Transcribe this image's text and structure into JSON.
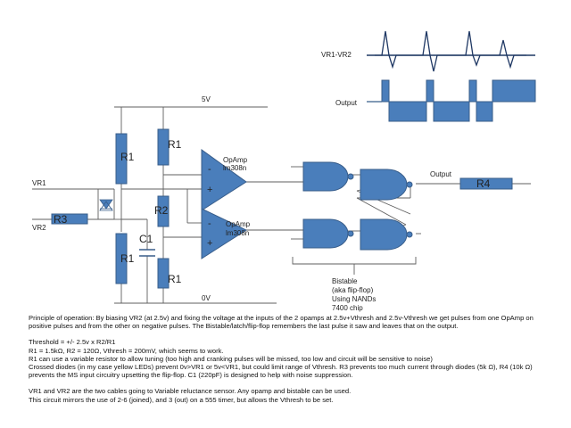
{
  "waveform": {
    "top_label": "VR1-VR2",
    "bottom_label": "Output"
  },
  "rails": {
    "top": "5V",
    "bottom": "0V"
  },
  "inputs": {
    "vr1": "VR1",
    "vr2": "VR2"
  },
  "components": {
    "r1": "R1",
    "r2": "R2",
    "r3": "R3",
    "r4": "R4",
    "c1": "C1"
  },
  "opamp": {
    "name": "OpAmp",
    "part": "lm308n",
    "minus": "-",
    "plus": "+"
  },
  "output_label": "Output",
  "bistable": {
    "line1": "Bistable",
    "line2": "(aka flip-flop)",
    "line3": "Using NANDs",
    "line4": "7400 chip"
  },
  "description": {
    "p1_l1": "Principle of operation:  By biasing VR2 (at 2.5v) and fixing the voltage at the inputs of the 2 opamps at  2.5v+Vthresh and 2.5v-Vthresh we get pulses from one OpAmp on",
    "p1_l2": "positive pulses and from the other on negative pulses.  The Bistable/latch/flip-flop  remembers the last pulse it saw and leaves that on the output.",
    "p2_l1": "Threshold = +/- 2.5v x R2/R1",
    "p2_l2": "R1 = 1.5kΩ, R2 = 120Ω, Vthresh = 200mV, which seems to work.",
    "p2_l3": "R1 can use a variable resistor to allow tuning (too high and cranking pulses will be missed, too low and circuit will be sensitive to noise)",
    "p2_l4": "Crossed diodes (in my case yellow LEDs) prevent  0v>VR1 or 5v<VR1, but could limit range of Vthresh.  R3 prevents too much current through diodes (5k Ω), R4 (10k Ω)",
    "p2_l5": "prevents the MS input circuitry upsetting the flip-flop.  C1 (220pF) is designed to help with noise suppression.",
    "p3_l1": "VR1 and VR2 are the two cables going to Variable reluctance sensor.  Any opamp and bistable can be used.",
    "p3_l2": "This circuit mirrors the use of  2-6 (joined), and 3 (out) on a 555 timer, but allows the Vthresh to be set."
  },
  "colors": {
    "component_fill": "#4a7ebb",
    "component_stroke": "#385d8a",
    "wire": "#5f5f5f"
  }
}
